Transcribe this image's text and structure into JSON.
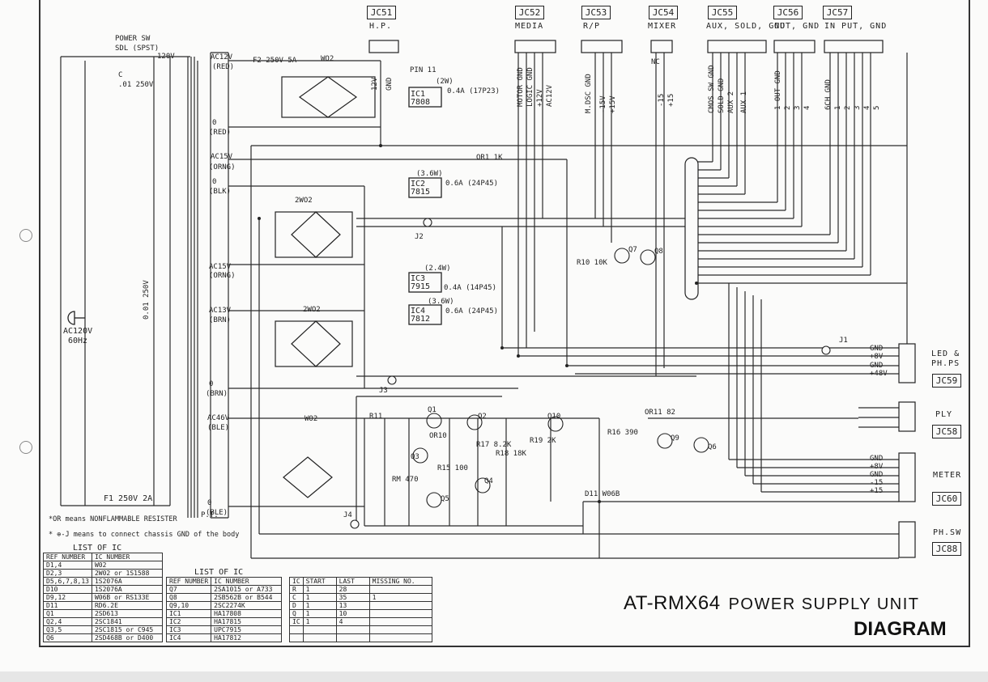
{
  "connectors": [
    {
      "id": "JC51",
      "name": "H.P."
    },
    {
      "id": "JC52",
      "name": "MEDIA"
    },
    {
      "id": "JC53",
      "name": "R/P"
    },
    {
      "id": "JC54",
      "name": "MIXER"
    },
    {
      "id": "JC55",
      "name": "AUX, SOLD, GND"
    },
    {
      "id": "JC56",
      "name": "OUT, GND"
    },
    {
      "id": "JC57",
      "name": "IN PUT, GND"
    },
    {
      "id": "JC59",
      "name": "LED & PH.PS"
    },
    {
      "id": "JC58",
      "name": "PLY"
    },
    {
      "id": "JC60",
      "name": "METER"
    },
    {
      "id": "JC88",
      "name": "PH.SW"
    }
  ],
  "labels": {
    "power_sw": "POWER SW",
    "power_sw_type": "SDL (SPST)",
    "ac_in": "AC120V",
    "ac_freq": "60Hz",
    "v120": "120V",
    "cap_c": "C",
    "cap_val": ".01 250V",
    "cap_vert": "0.01 250V",
    "fuse_f1": "F1 250V 2A",
    "fuse_f2": "F2 250V 5A",
    "pt": "P.T.",
    "ac12v": "AC12V",
    "red": "(RED)",
    "ac15v_top": "AC15V",
    "orng": "(ORNG)",
    "blk": "(BLK)",
    "ac15v_bot": "AC15V",
    "ac13v": "AC13V",
    "brn": "(BRN)",
    "brn2": "(BRN)",
    "ac46v": "AC46V",
    "ble": "(BLE)",
    "ble2": "(BLE)",
    "zero": "0",
    "wo2": "WO2",
    "wo2b": "2WO2",
    "wo2c": "2WO2",
    "wo2d": "WO2",
    "ic1": "IC1 7808",
    "ic1_out": "0.4A (17P23)",
    "ic1_pin": "PIN 11",
    "ic1_pow": "(2W)",
    "ic2": "IC2 7815",
    "ic2_out": "0.6A (24P45)",
    "ic2_pow": "(3.6W)",
    "ic3": "IC3 7915",
    "ic3_out": "0.4A (14P45)",
    "ic3_pow": "(2.4W)",
    "ic4": "IC4 7812",
    "ic4_out": "0.6A (24P45)",
    "ic4_pow": "(3.6W)",
    "hp_v": "12V",
    "hp_gnd": "GND",
    "media_pins": [
      "MOTOR GND",
      "LOGIC GND",
      "+12V",
      "AC12V"
    ],
    "rp_pins": [
      "M.DSC GND",
      "-15V",
      "+15V"
    ],
    "mixer_pins": [
      "NC",
      "-15",
      "+15"
    ],
    "aux_pins": [
      "CMOS SW GND",
      "SOLD GND",
      "AUX 2",
      "AUX 1"
    ],
    "out_pins": [
      "1 OUT GND",
      "2",
      "3",
      "4"
    ],
    "in_pins": [
      "6CH GND",
      "1",
      "2",
      "3",
      "4",
      "5"
    ],
    "led_pins": [
      "GND",
      "+8V",
      "GND",
      "+48V"
    ],
    "meter_pins": [
      "GND",
      "+8V",
      "GND",
      "-15",
      "+15"
    ],
    "j1": "J1",
    "j2": "J2",
    "j3": "J3",
    "j4": "J4",
    "q_labels": [
      "Q1",
      "Q2",
      "Q3",
      "Q4",
      "Q5",
      "Q6",
      "Q7",
      "Q8",
      "Q9",
      "Q10"
    ],
    "d11": "D11 W06B",
    "r_labels": [
      "OR1 1K",
      "R10 10K",
      "R11",
      "OR10",
      "OR11 82",
      "R15 100",
      "R16 390",
      "R17 8.2K",
      "R18 18K",
      "R19 2K",
      "RM 470"
    ],
    "note1": "*OR means NONFLAMMABLE RESISTER",
    "note2": "* ⊕-J means to connect chassis GND of the body"
  },
  "table1": {
    "caption": "LIST OF IC",
    "headers": [
      "REF NUMBER",
      "IC NUMBER"
    ],
    "rows": [
      [
        "D1,4",
        "W02"
      ],
      [
        "D2,3",
        "2W02 or 1S1588"
      ],
      [
        "D5,6,7,8,13",
        "1S2076A"
      ],
      [
        "D10",
        "1S2076A"
      ],
      [
        "D9,12",
        "W06B or RS133E"
      ],
      [
        "D11",
        "RD6.2E"
      ],
      [
        "Q1",
        "2SD613"
      ],
      [
        "Q2,4",
        "2SC1841"
      ],
      [
        "Q3,5",
        "2SC1815 or C945"
      ],
      [
        "Q6",
        "2SD468B or D400"
      ]
    ]
  },
  "table2": {
    "caption": "LIST OF IC",
    "headers": [
      "REF NUMBER",
      "IC NUMBER"
    ],
    "rows": [
      [
        "Q7",
        "2SA1015 or A733"
      ],
      [
        "Q8",
        "2SB562B or B544"
      ],
      [
        "Q9,10",
        "2SC2274K"
      ],
      [
        "IC1",
        "HA17808"
      ],
      [
        "IC2",
        "HA17815"
      ],
      [
        "IC3",
        "UPC7915"
      ],
      [
        "IC4",
        "HA17812"
      ]
    ]
  },
  "table3": {
    "headers": [
      "IC",
      "START",
      "LAST",
      "MISSING NO."
    ],
    "rows": [
      [
        "R",
        "1",
        "28",
        ""
      ],
      [
        "C",
        "1",
        "35",
        "1"
      ],
      [
        "D",
        "1",
        "13",
        ""
      ],
      [
        "Q",
        "1",
        "10",
        ""
      ],
      [
        "IC",
        "1",
        "4",
        ""
      ],
      [
        "",
        "",
        "",
        ""
      ],
      [
        "",
        "",
        "",
        ""
      ]
    ]
  },
  "title": {
    "model": "AT-RMX64",
    "unit": "POWER SUPPLY UNIT",
    "diagram": "DIAGRAM"
  }
}
